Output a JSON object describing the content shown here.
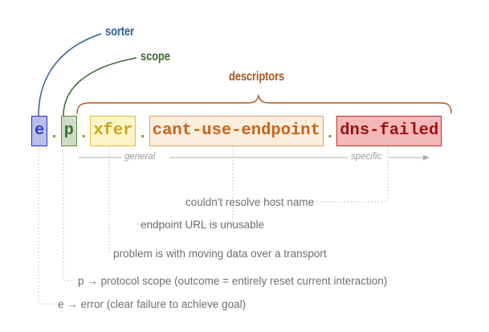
{
  "diagram": {
    "title_tokens": {
      "sorter": "sorter",
      "scope": "scope",
      "descriptors": "descriptors"
    },
    "code_string": "e.p.xfer.cant-use-endpoint.dns-failed",
    "separator": ".",
    "tokens": [
      {
        "id": "e",
        "text": "e",
        "role": "sorter",
        "fg": "#2d3fc4",
        "bg": "#b9bfe8",
        "border": "#2c2ccc"
      },
      {
        "id": "p",
        "text": "p",
        "role": "scope",
        "fg": "#3f7030",
        "bg": "#cedcc3",
        "border": "#5d8a4a"
      },
      {
        "id": "xfer",
        "text": "xfer",
        "role": "descriptor",
        "fg": "#c9a51c",
        "bg": "#fdf3c8",
        "border": "#d9c23f"
      },
      {
        "id": "cue",
        "text": "cant-use-endpoint",
        "role": "descriptor",
        "fg": "#c4661b",
        "bg": "#fdeddd",
        "border": "#e0a062"
      },
      {
        "id": "dns",
        "text": "dns-failed",
        "role": "descriptor",
        "fg": "#9e1212",
        "bg": "#f4b7b7",
        "border": "#c22d2d"
      }
    ],
    "axis": {
      "left_label": "general",
      "right_label": "specific",
      "direction": "left-to-right"
    },
    "notes": [
      {
        "for": "dns",
        "text": "couldn't resolve host name"
      },
      {
        "for": "cue",
        "text": "endpoint URL is unusable"
      },
      {
        "for": "xfer",
        "text": "problem is with moving data over a transport"
      },
      {
        "for": "p",
        "text": "p → protocol scope (outcome = entirely reset current interaction)"
      },
      {
        "for": "e",
        "text": "e → error (clear failure to achieve goal)"
      }
    ],
    "colors": {
      "sorter_accent": "#2d5f9a",
      "scope_accent": "#3c6b2f",
      "descriptors_accent": "#a9571b",
      "note_text": "#6e6e6e",
      "axis_text": "#9a9a9a",
      "leader_line": "#b8b8b8",
      "background": "#ffffff"
    }
  }
}
